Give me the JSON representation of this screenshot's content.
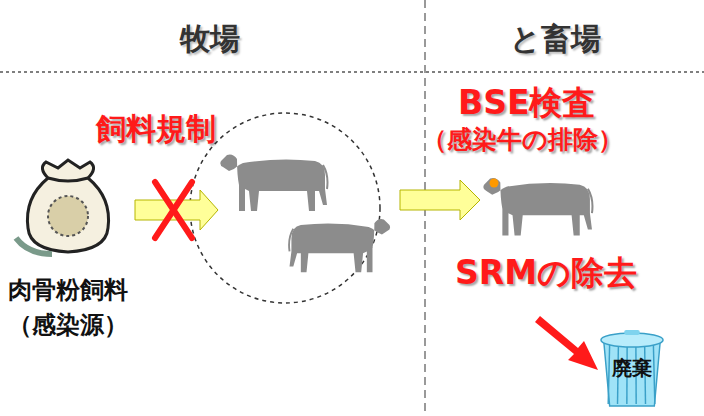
{
  "diagram": {
    "nodes": [
      {
        "text": [
          "肉骨粉飼料",
          "（感染源）"
        ]
      },
      {
        "text": [
          "廃棄"
        ]
      }
    ],
    "labels": [
      "牧場",
      "と畜場",
      "飼料規制",
      "BSE検査",
      "（感染牛の排除）",
      "SRMの除去"
    ]
  }
}
